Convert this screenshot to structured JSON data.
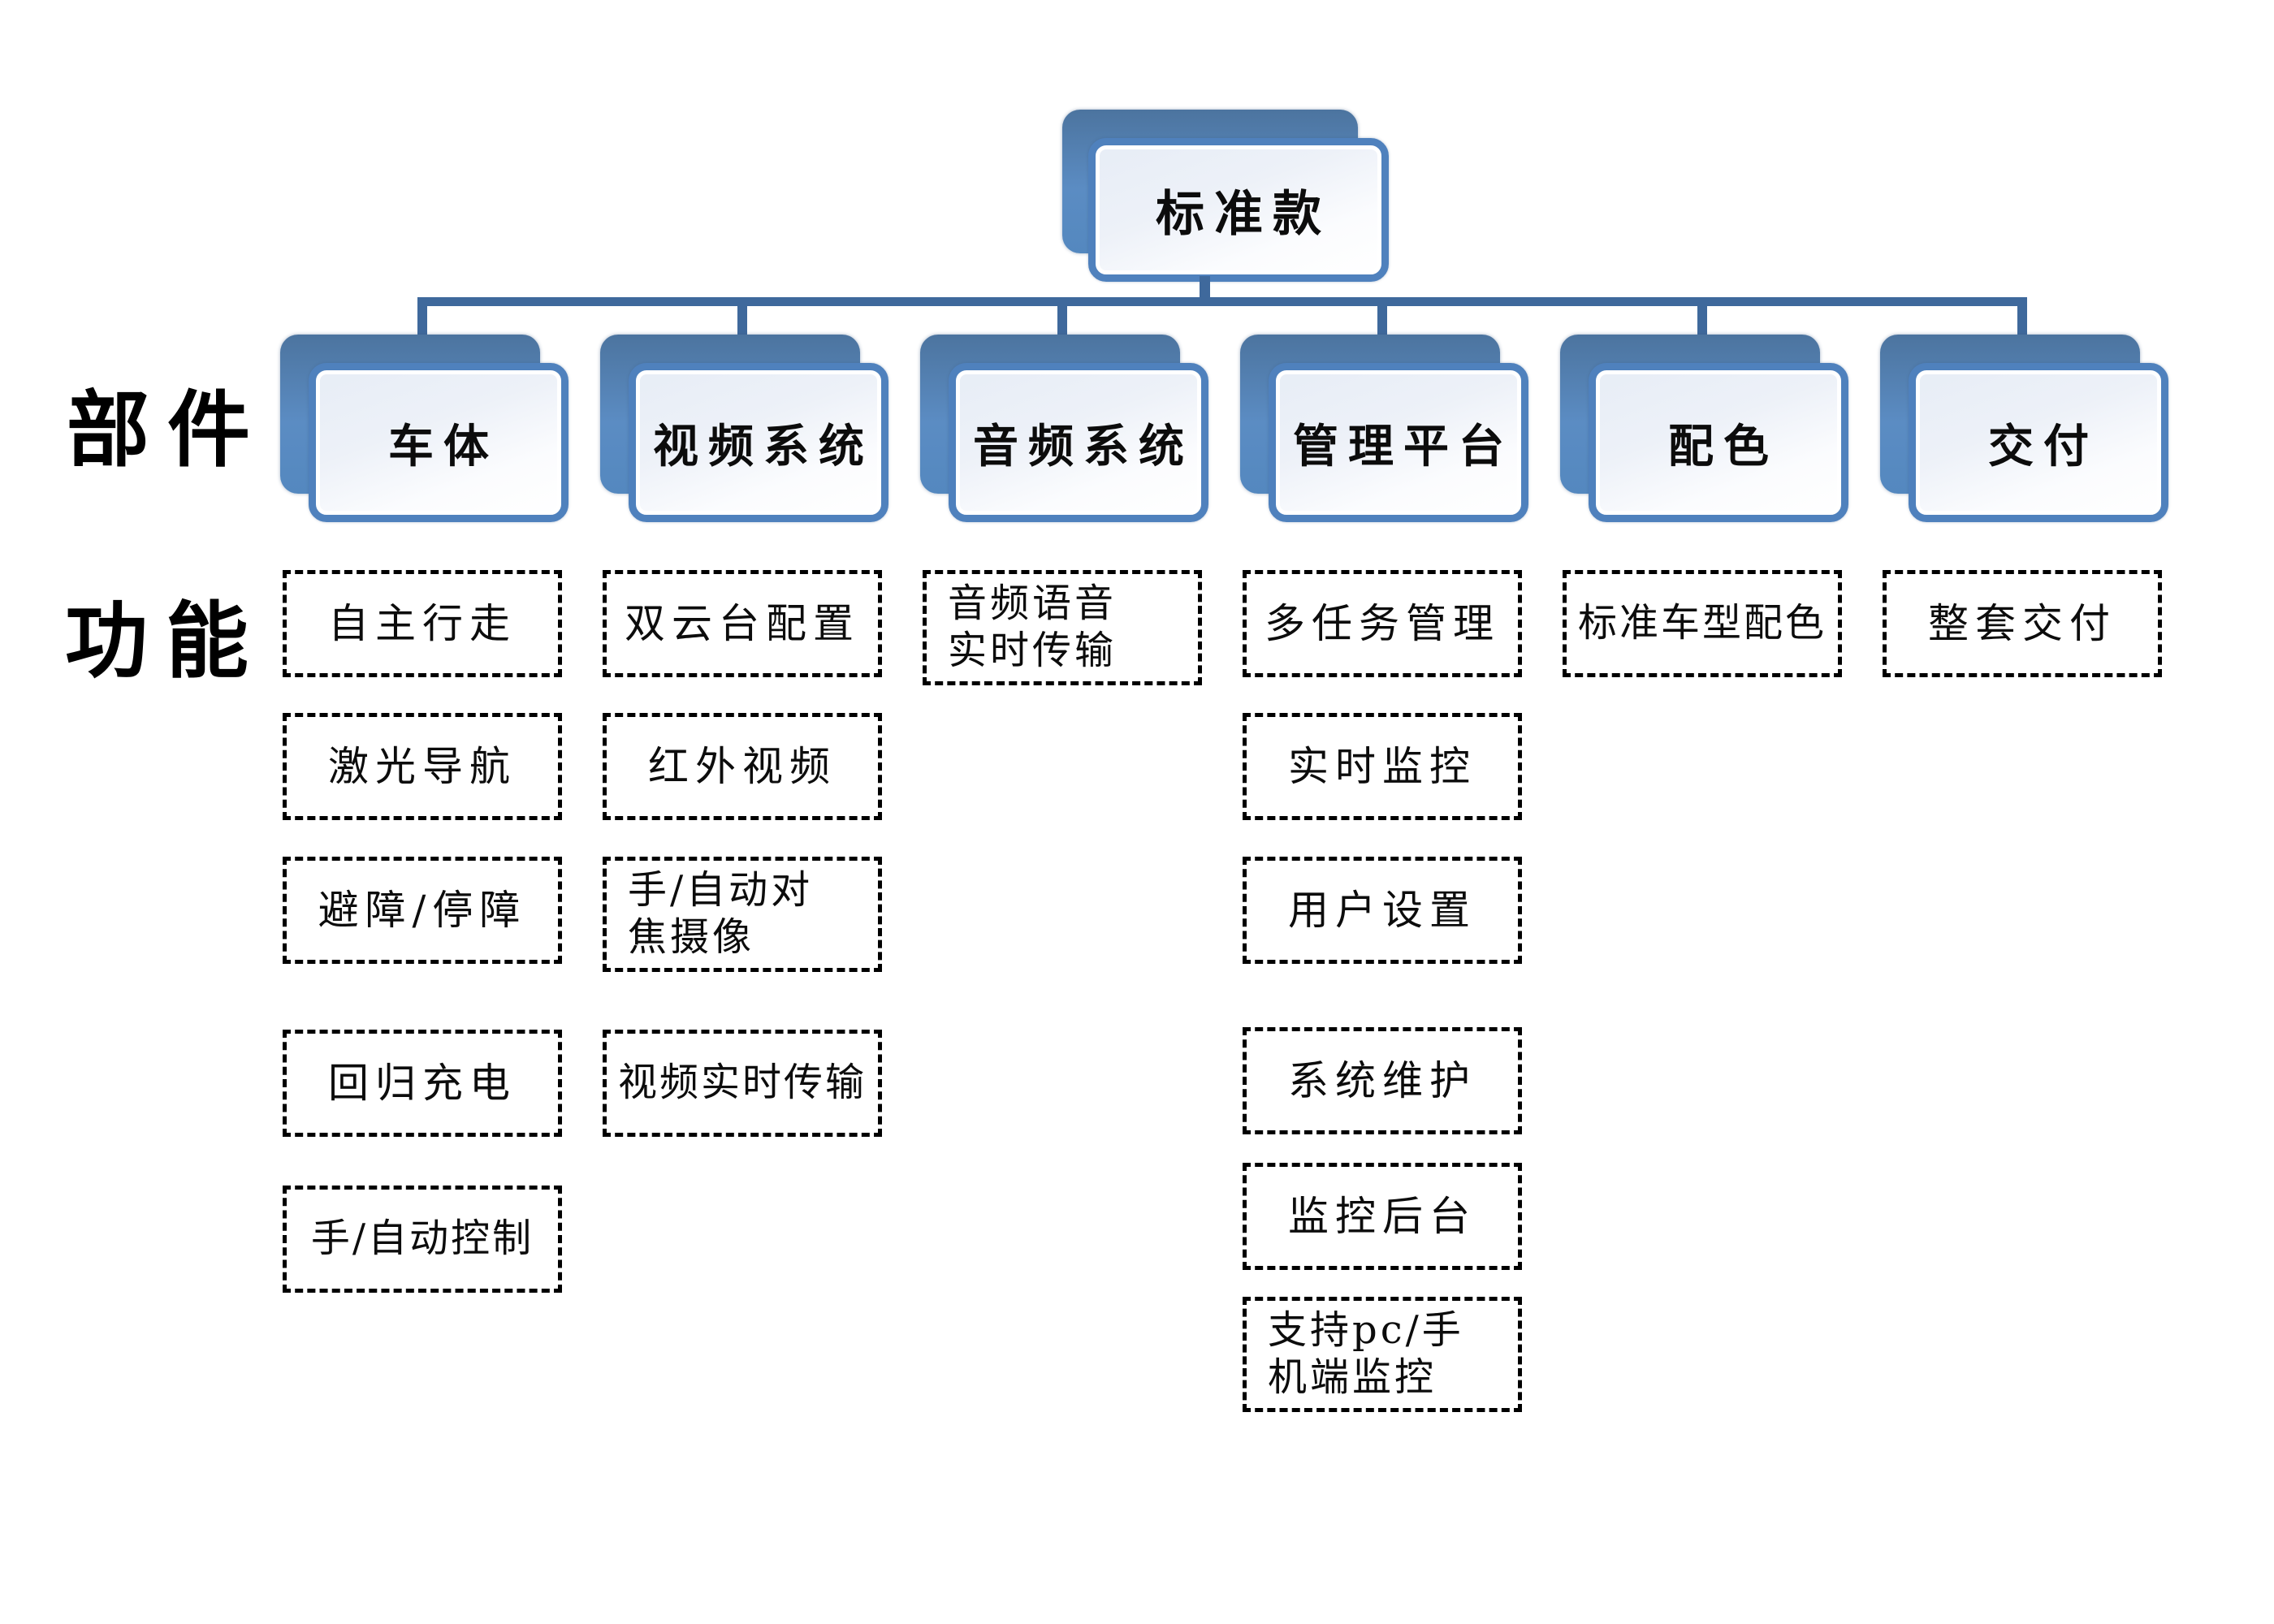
{
  "title": "标准款",
  "row_labels": {
    "components": "部件",
    "functions": "功能"
  },
  "columns": [
    {
      "label": "车体",
      "functions": [
        "自主行走",
        "激光导航",
        "避障/停障",
        "回归充电",
        "手/自动控制"
      ]
    },
    {
      "label": "视频系统",
      "functions": [
        "双云台配置",
        "红外视频",
        "手/自动对\n焦摄像",
        "视频实时传输"
      ]
    },
    {
      "label": "音频系统",
      "functions": [
        "音频语音\n实时传输"
      ]
    },
    {
      "label": "管理平台",
      "functions": [
        "多任务管理",
        "实时监控",
        "用户设置",
        "系统维护",
        "监控后台",
        "支持pc/手\n机端监控"
      ]
    },
    {
      "label": "配色",
      "functions": [
        "标准车型配色"
      ]
    },
    {
      "label": "交付",
      "functions": [
        "整套交付"
      ]
    }
  ],
  "colors": {
    "accent_blue": "#4f81bd",
    "shadow_blue": "#5b8cc3",
    "connector_blue": "#3f699c",
    "node_fill": "#edf1f8",
    "dashed_border": "#000000",
    "text": "#0c0c0c",
    "background": "#ffffff"
  }
}
